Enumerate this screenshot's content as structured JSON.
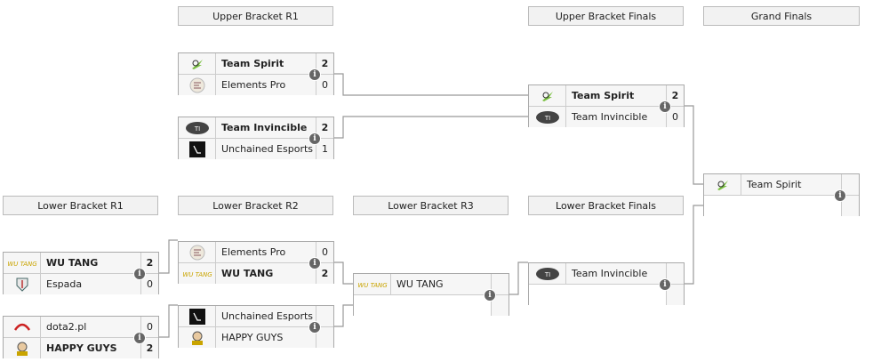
{
  "headers": {
    "ub_r1": "Upper Bracket R1",
    "ub_finals": "Upper Bracket Finals",
    "grand_finals": "Grand Finals",
    "lb_r1": "Lower Bracket R1",
    "lb_r2": "Lower Bracket R2",
    "lb_r3": "Lower Bracket R3",
    "lb_finals": "Lower Bracket Finals"
  },
  "ub_r1_m1": {
    "t1": {
      "name": "Team Spirit",
      "score": "2",
      "logo": "team-spirit-logo"
    },
    "t2": {
      "name": "Elements Pro",
      "score": "0",
      "logo": "elements-pro-logo"
    }
  },
  "ub_r1_m2": {
    "t1": {
      "name": "Team Invincible",
      "score": "2",
      "logo": "team-invincible-logo"
    },
    "t2": {
      "name": "Unchained Esports",
      "score": "1",
      "logo": "unchained-esports-logo"
    }
  },
  "ub_finals": {
    "t1": {
      "name": "Team Spirit",
      "score": "2"
    },
    "t2": {
      "name": "Team Invincible",
      "score": "0"
    }
  },
  "grand_finals": {
    "t1": {
      "name": "Team Spirit"
    }
  },
  "lb_r1_m1": {
    "t1": {
      "name": "WU TANG",
      "score": "2"
    },
    "t2": {
      "name": "Espada",
      "score": "0"
    }
  },
  "lb_r1_m2": {
    "t1": {
      "name": "dota2.pl",
      "score": "0"
    },
    "t2": {
      "name": "HAPPY GUYS",
      "score": "2"
    }
  },
  "lb_r2_m1": {
    "t1": {
      "name": "Elements Pro",
      "score": "0"
    },
    "t2": {
      "name": "WU TANG",
      "score": "2"
    }
  },
  "lb_r2_m2": {
    "t1": {
      "name": "Unchained Esports",
      "score": ""
    },
    "t2": {
      "name": "HAPPY GUYS",
      "score": ""
    }
  },
  "lb_r3": {
    "t1": {
      "name": "WU TANG"
    }
  },
  "lb_finals": {
    "t1": {
      "name": "Team Invincible"
    }
  },
  "info_glyph": "i",
  "colors": {
    "border": "#aaaaaa",
    "header_bg": "#f2f2f2",
    "row_bg": "#f6f6f6",
    "line": "#999999",
    "info": "#666666"
  }
}
